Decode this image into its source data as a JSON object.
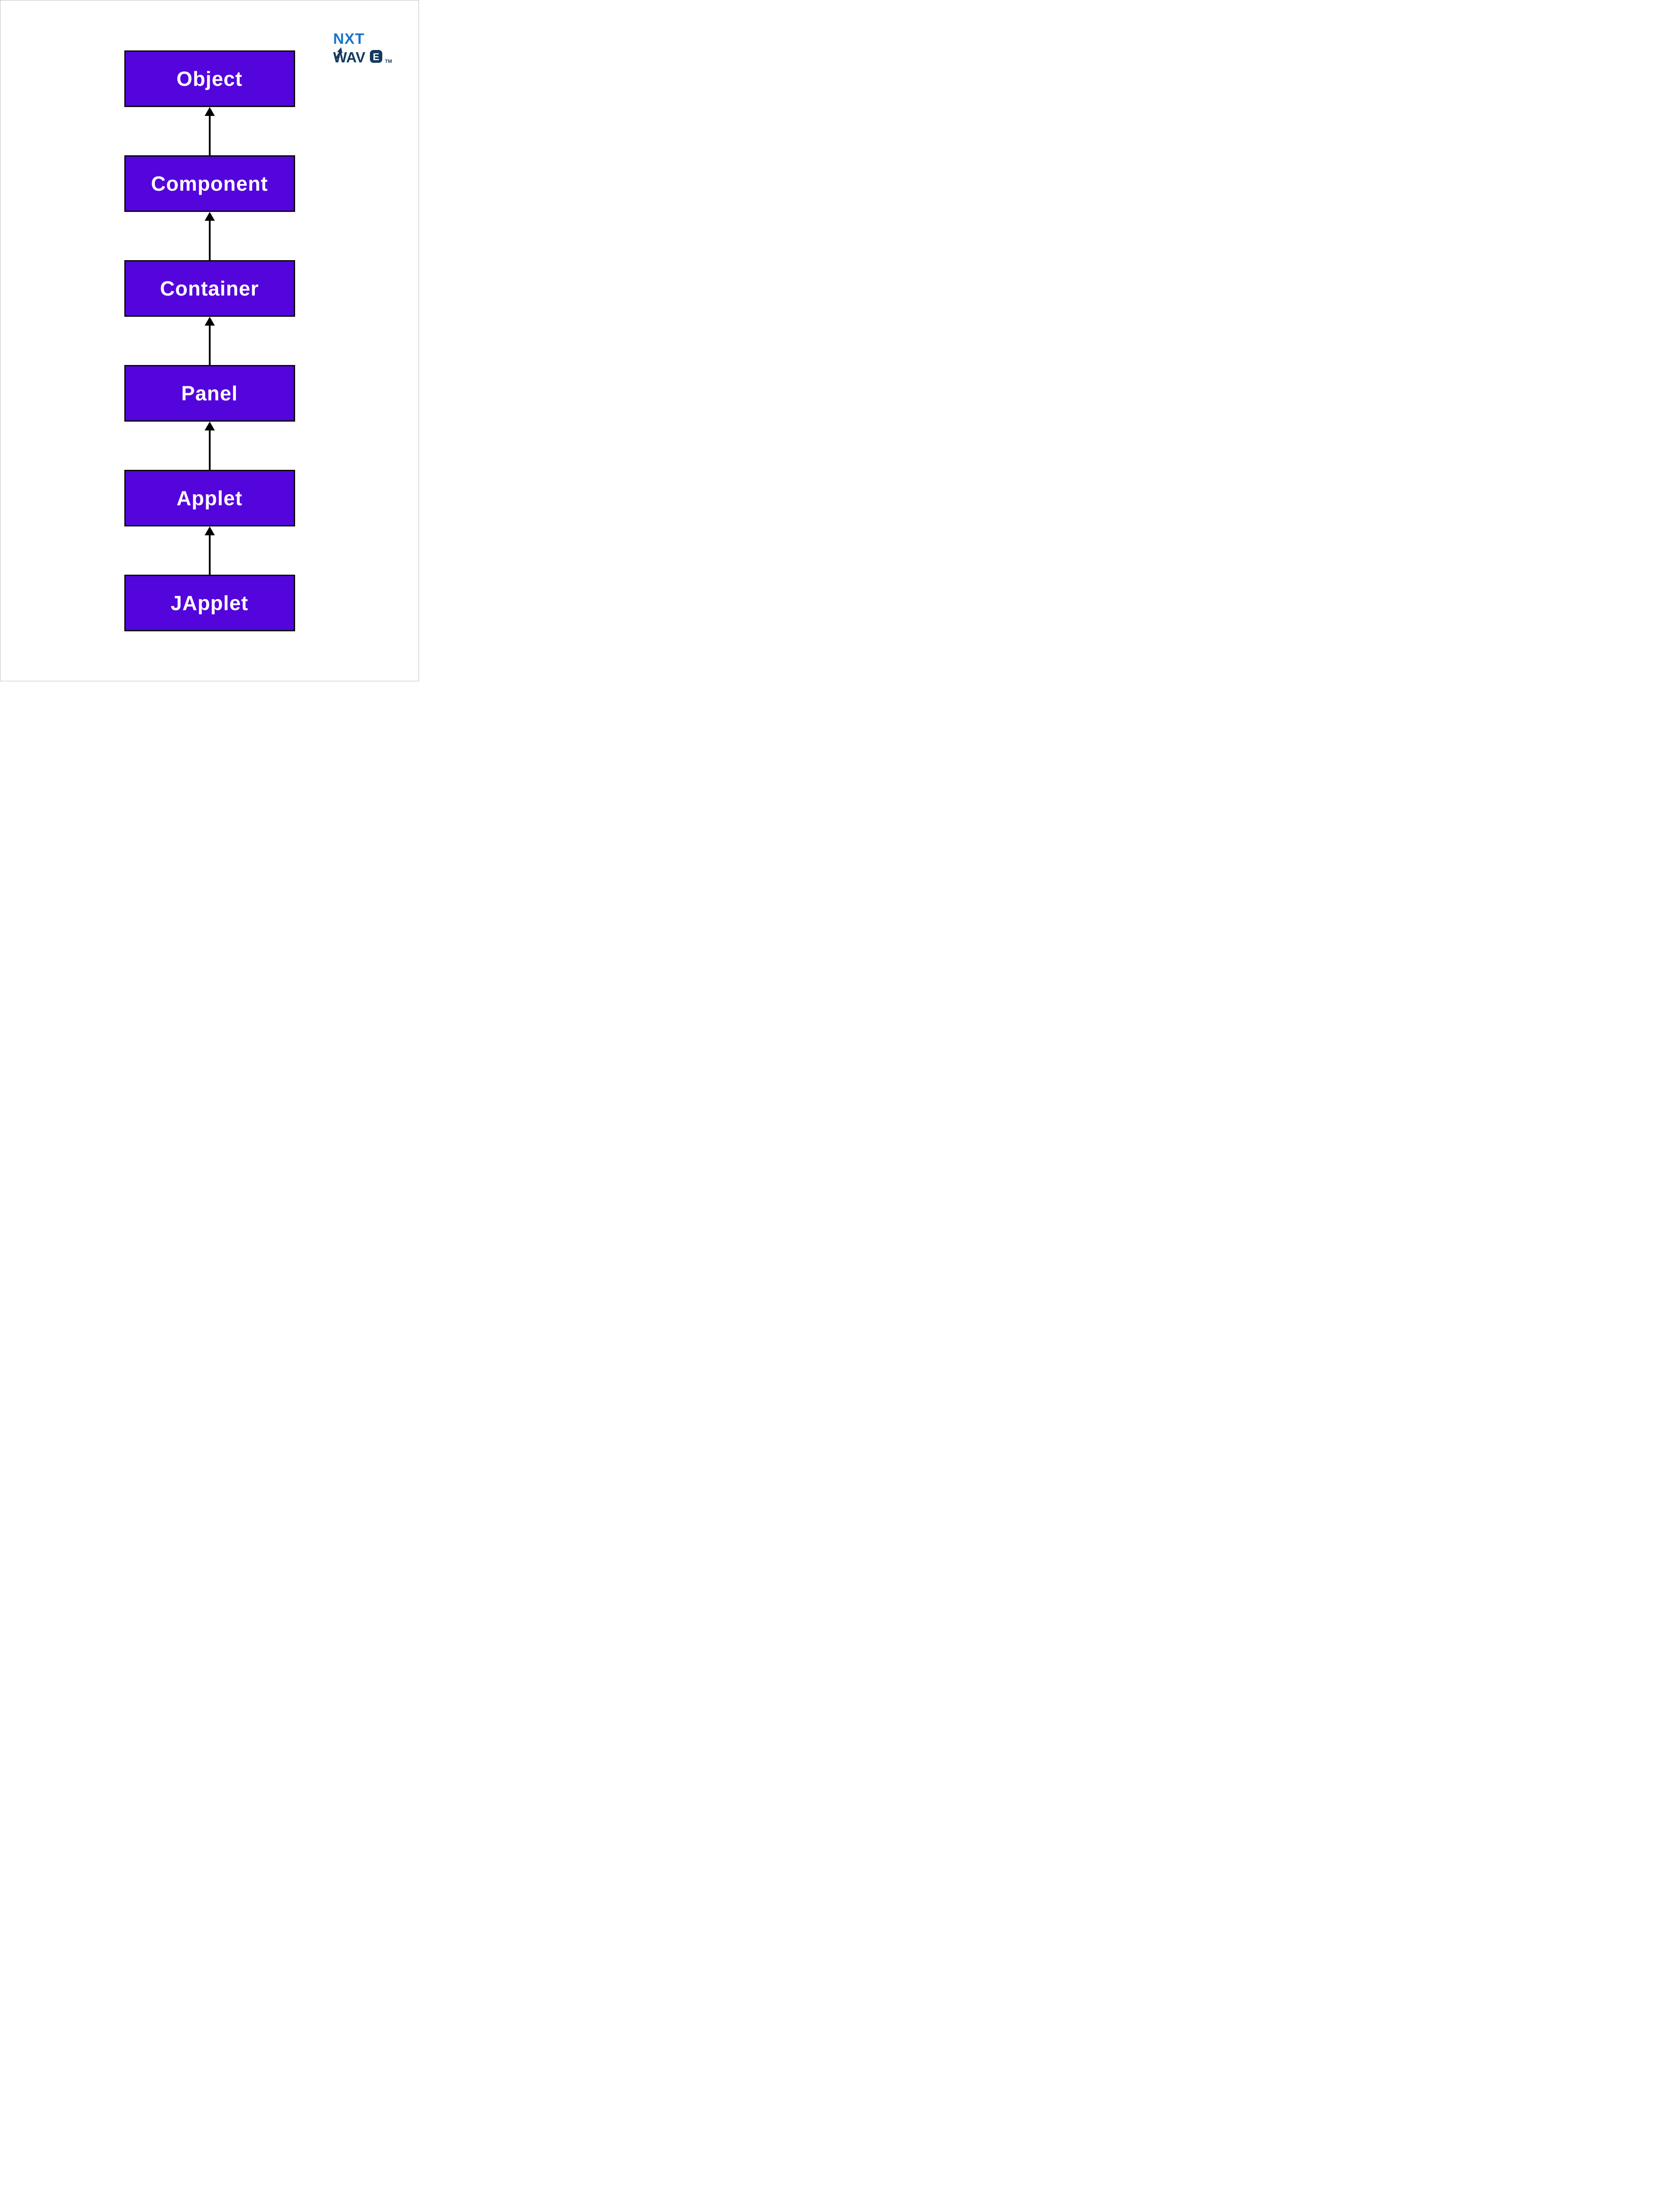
{
  "page": {
    "background": "#ffffff",
    "frame_border_color": "#bdbdbd"
  },
  "logo": {
    "line1": "NXT",
    "line2_wav": "WAV",
    "line2_e": "E",
    "tm": "TM",
    "blue": "#1b74c9",
    "navy": "#14395e",
    "arrow_icon": "up-arrow"
  },
  "diagram": {
    "node_fill": "#5405db",
    "node_border_color": "#0a0a0a",
    "node_text_color": "#ffffff",
    "arrow_color": "#000000",
    "nodes": [
      {
        "label": "Object"
      },
      {
        "label": "Component"
      },
      {
        "label": "Container"
      },
      {
        "label": "Panel"
      },
      {
        "label": "Applet"
      },
      {
        "label": "JApplet"
      }
    ],
    "edges": [
      {
        "from": "Component",
        "to": "Object"
      },
      {
        "from": "Container",
        "to": "Component"
      },
      {
        "from": "Panel",
        "to": "Container"
      },
      {
        "from": "Applet",
        "to": "Panel"
      },
      {
        "from": "JApplet",
        "to": "Applet"
      }
    ]
  }
}
